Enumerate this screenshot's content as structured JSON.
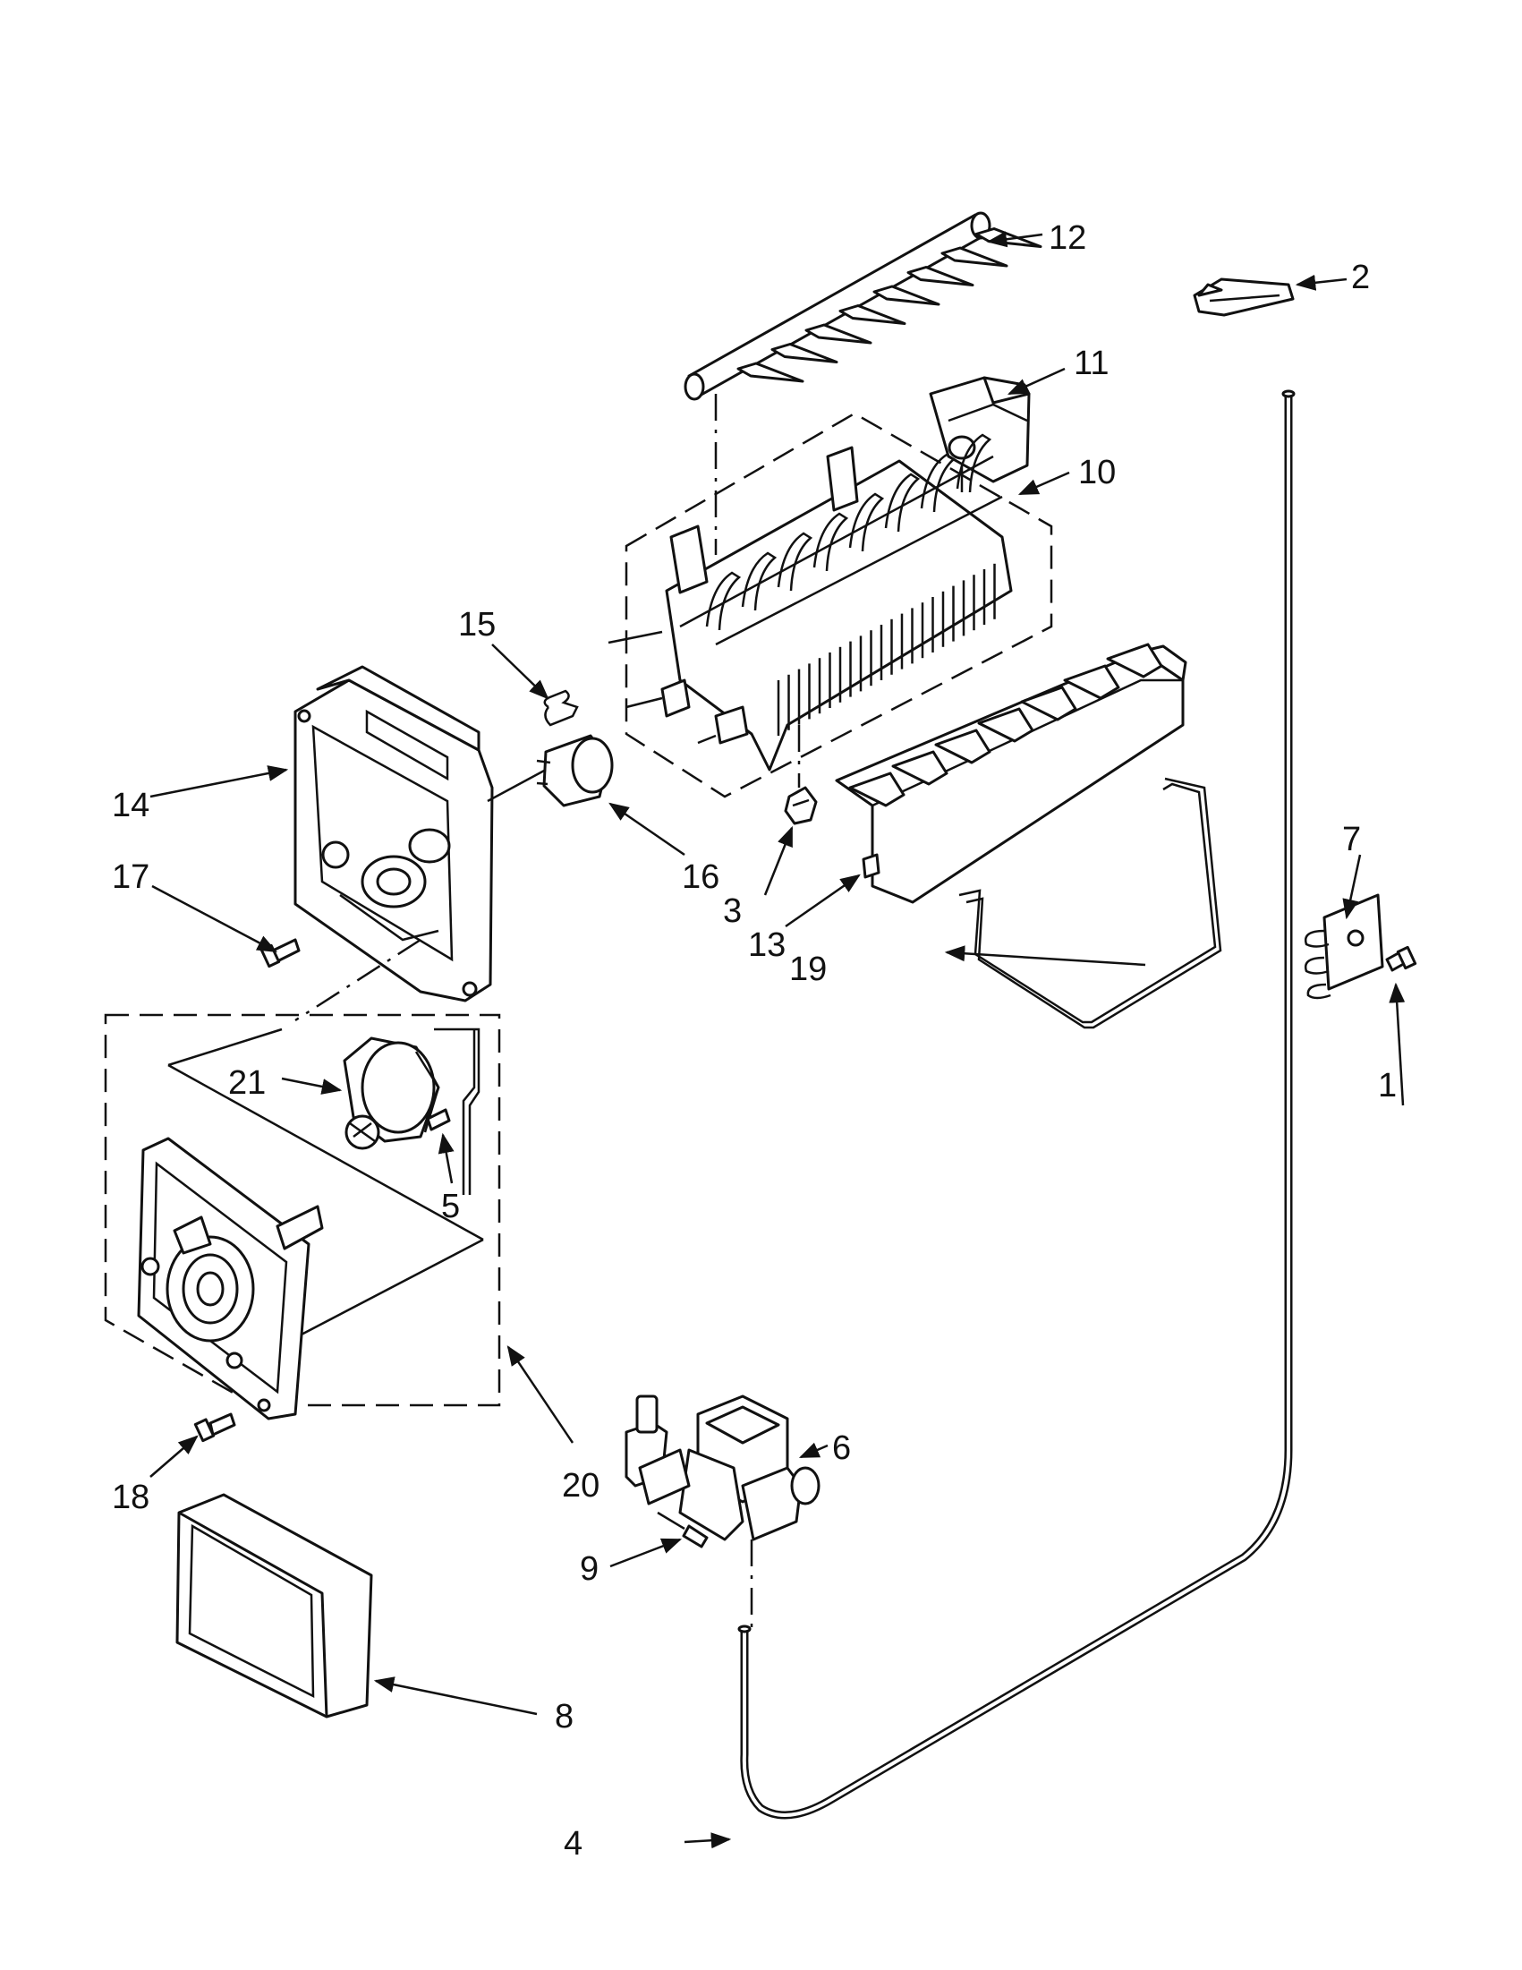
{
  "callouts": [
    {
      "id": "p1",
      "label": "1"
    },
    {
      "id": "p2",
      "label": "2"
    },
    {
      "id": "p3",
      "label": "3"
    },
    {
      "id": "p4",
      "label": "4"
    },
    {
      "id": "p5",
      "label": "5"
    },
    {
      "id": "p6",
      "label": "6"
    },
    {
      "id": "p7",
      "label": "7"
    },
    {
      "id": "p8",
      "label": "8"
    },
    {
      "id": "p9",
      "label": "9"
    },
    {
      "id": "p10",
      "label": "10"
    },
    {
      "id": "p11",
      "label": "11"
    },
    {
      "id": "p12",
      "label": "12"
    },
    {
      "id": "p13",
      "label": "13"
    },
    {
      "id": "p14",
      "label": "14"
    },
    {
      "id": "p15",
      "label": "15"
    },
    {
      "id": "p16",
      "label": "16"
    },
    {
      "id": "p17",
      "label": "17"
    },
    {
      "id": "p18",
      "label": "18"
    },
    {
      "id": "p19",
      "label": "19"
    },
    {
      "id": "p20",
      "label": "20"
    },
    {
      "id": "p21",
      "label": "21"
    }
  ]
}
